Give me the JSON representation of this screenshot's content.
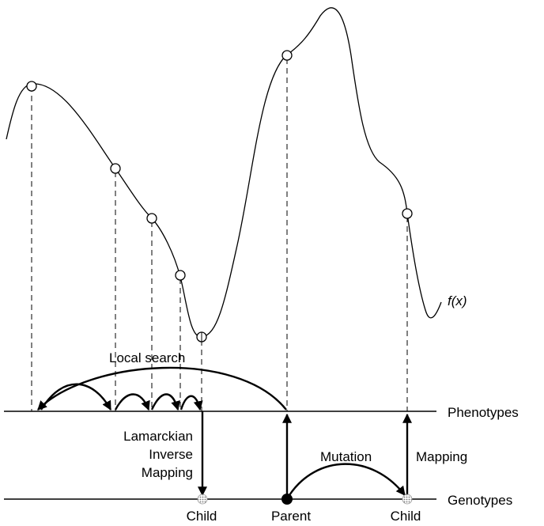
{
  "labels": {
    "function": "f(x)",
    "local_search": "Local search",
    "phenotypes": "Phenotypes",
    "genotypes": "Genotypes",
    "lamarckian_line1": "Lamarckian",
    "lamarckian_line2": "Inverse",
    "lamarckian_line3": "Mapping",
    "mutation": "Mutation",
    "mapping": "Mapping",
    "child_left": "Child",
    "parent": "Parent",
    "child_right": "Child"
  }
}
